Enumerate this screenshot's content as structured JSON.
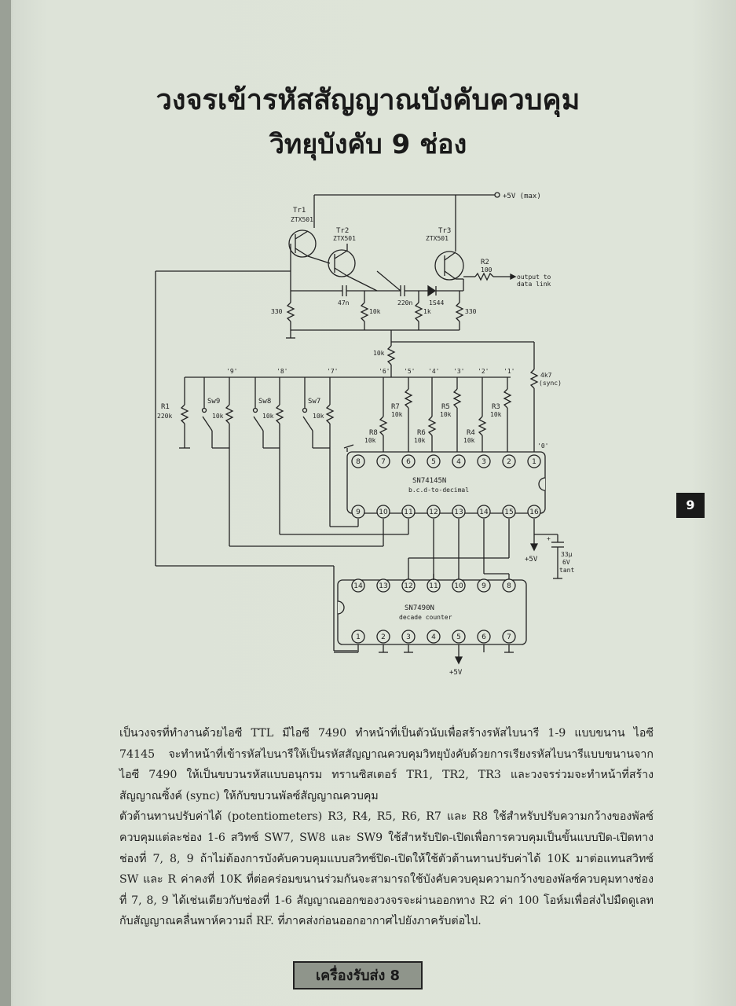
{
  "title": {
    "line1": "วงจรเข้ารหัสสัญญาณบังคับควบคุม",
    "line2": "วิทยุบังคับ 9 ช่อง"
  },
  "circuit": {
    "supply": "+5V (max)",
    "tr1": {
      "name": "Tr1",
      "part": "ZTX501"
    },
    "tr2": {
      "name": "Tr2",
      "part": "ZTX501"
    },
    "tr3": {
      "name": "Tr3",
      "part": "ZTX501"
    },
    "r2": {
      "name": "R2",
      "value": "100"
    },
    "output": [
      "output to",
      "data link"
    ],
    "c47n": "47n",
    "c220n": "220n",
    "diode": "1S44",
    "r330a": "330",
    "r330b": "330",
    "r10k_a": "10k",
    "r1k": "1k",
    "r10k_b": "10k",
    "r4k7": [
      "4k7",
      "(sync)"
    ],
    "r1": {
      "name": "R1",
      "value": "220k"
    },
    "sw9": "Sw9",
    "sw8": "Sw8",
    "sw7": "Sw7",
    "ch9": "'9'",
    "ch8": "'8'",
    "ch7": "'7'",
    "ch6": "'6'",
    "ch5": "'5'",
    "ch4": "'4'",
    "ch3": "'3'",
    "ch2": "'2'",
    "ch1": "'1'",
    "ch0": "'0'",
    "r10k": "10k",
    "r3": "R3",
    "r4": "R4",
    "r5": "R5",
    "r6": "R6",
    "r7": "R7",
    "r8": "R8",
    "ic1": {
      "name": "SN74145N",
      "desc": "b.c.d-to-decimal",
      "top_pins": [
        "8",
        "7",
        "6",
        "5",
        "4",
        "3",
        "2",
        "1"
      ],
      "bottom_pins": [
        "9",
        "10",
        "11",
        "12",
        "13",
        "14",
        "15",
        "16"
      ]
    },
    "ic2": {
      "name": "SN7490N",
      "desc": "decade counter",
      "top_pins": [
        "14",
        "13",
        "12",
        "11",
        "10",
        "9",
        "8"
      ],
      "bottom_pins": [
        "1",
        "2",
        "3",
        "4",
        "5",
        "6",
        "7"
      ]
    },
    "plus5v_a": "+5V",
    "plus5v_b": "+5V",
    "cap": [
      "33μ",
      "6V",
      "tant"
    ],
    "cap_plus": "+"
  },
  "body": {
    "para1": "เป็นวงจรที่ทำงานด้วยไอซี TTL มีไอซี 7490 ทำหน้าที่เป็นตัวนับเพื่อสร้างรหัสไบนารี 1-9 แบบขนาน ไอซี 74145 จะทำหน้าที่เข้ารหัสไบนารีให้เป็นรหัสสัญญาณควบคุมวิทยุบังคับด้วยการเรียงรหัสไบนารีแบบขนานจากไอซี 7490 ให้เป็นขบวนรหัสแบบอนุกรม ทรานซิสเตอร์ TR1, TR2, TR3 และวงจรร่วมจะทำหน้าที่สร้างสัญญาณซิ้งค์ (sync) ให้กับขบวนพัลซ์สัญญาณควบคุม",
    "para2": "ตัวต้านทานปรับค่าได้ (potentiometers) R3, R4, R5, R6, R7 และ R8 ใช้สำหรับปรับความกว้างของพัลซ์ควบคุมแต่ละช่อง 1-6 สวิทซ์ SW7, SW8 และ SW9 ใช้สำหรับปิด-เปิดเพื่อการควบคุมเป็นขั้นแบบปิด-เปิดทางช่องที่ 7, 8, 9 ถ้าไม่ต้องการบังคับควบคุมแบบสวิทช์ปิด-เปิดให้ใช้ตัวต้านทานปรับค่าได้ 10K มาต่อแทนสวิทซ์ SW และ R ค่าคงที่ 10K ที่ต่อคร่อมขนานร่วมกันจะสามารถใช้บังคับควบคุมความกว้างของพัลซ์ควบคุมทางช่องที่ 7, 8, 9 ได้เช่นเดียวกับช่องที่ 1-6 สัญญาณออกของวงจรจะผ่านออกทาง R2 ค่า 100 โอห์มเพื่อส่งไปมืดดูเลทกับสัญญาณคลื่นพาห์ความถี่ RF. ที่ภาคส่งก่อนออกอากาศไปยังภาครับต่อไป."
  },
  "side_tab": "9",
  "footer": "เครื่องรับส่ง 8"
}
